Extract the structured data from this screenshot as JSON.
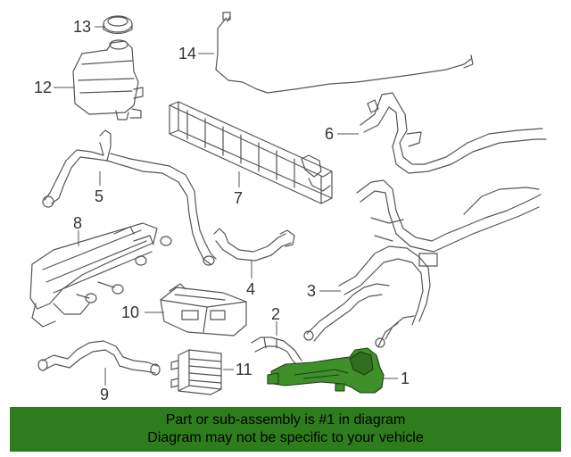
{
  "callouts": [
    {
      "id": "c1",
      "label": "1"
    },
    {
      "id": "c2",
      "label": "2"
    },
    {
      "id": "c3",
      "label": "3"
    },
    {
      "id": "c4",
      "label": "4"
    },
    {
      "id": "c5",
      "label": "5"
    },
    {
      "id": "c6",
      "label": "6"
    },
    {
      "id": "c7",
      "label": "7"
    },
    {
      "id": "c8",
      "label": "8"
    },
    {
      "id": "c9",
      "label": "9"
    },
    {
      "id": "c10",
      "label": "10"
    },
    {
      "id": "c11",
      "label": "11"
    },
    {
      "id": "c12",
      "label": "12"
    },
    {
      "id": "c13",
      "label": "13"
    },
    {
      "id": "c14",
      "label": "14"
    }
  ],
  "banner": {
    "line1": "Part or sub-assembly is #1 in diagram",
    "line2": "Diagram may not be specific to your vehicle"
  },
  "colors": {
    "banner_bg": "#2e7d1c",
    "highlight_part": "#3f8f2a",
    "line": "#555555"
  }
}
